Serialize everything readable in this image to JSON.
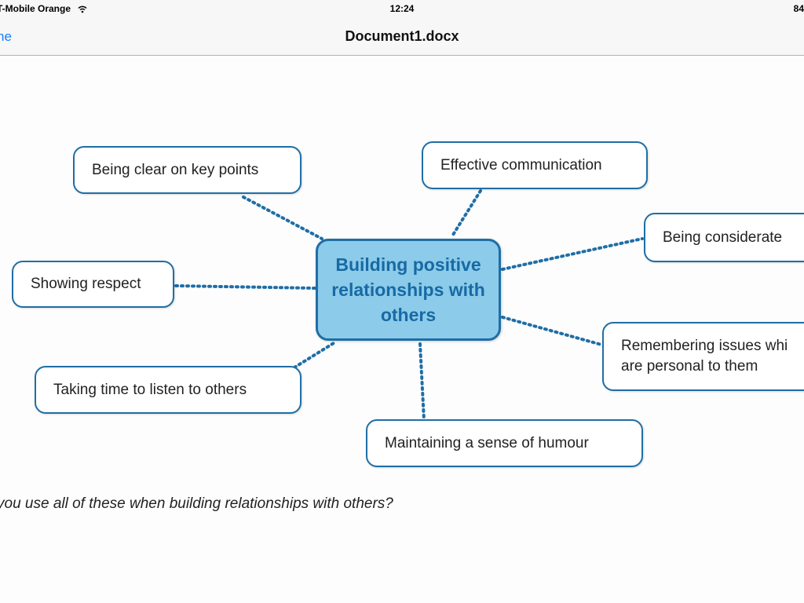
{
  "status_bar": {
    "carrier": "T-Mobile Orange",
    "time": "12:24",
    "battery": "84"
  },
  "nav_bar": {
    "back_label": "ne",
    "title": "Document1.docx"
  },
  "mind_map": {
    "center": "Building positive relationships with others",
    "nodes": {
      "clear_key_points": "Being clear on key points",
      "effective_communication": "Effective communication",
      "being_considerate": "Being considerate",
      "showing_respect": "Showing respect",
      "remembering_line1": "Remembering issues whi",
      "remembering_line2": "are personal to them",
      "taking_time": "Taking time to listen to others",
      "humour": "Maintaining a sense of humour"
    }
  },
  "question": "you use all of these when building relationships with others?",
  "colors": {
    "node_border": "#1f6ea6",
    "center_fill": "#8ccbe9",
    "center_text": "#176aa5",
    "link_blue": "#147efb"
  }
}
